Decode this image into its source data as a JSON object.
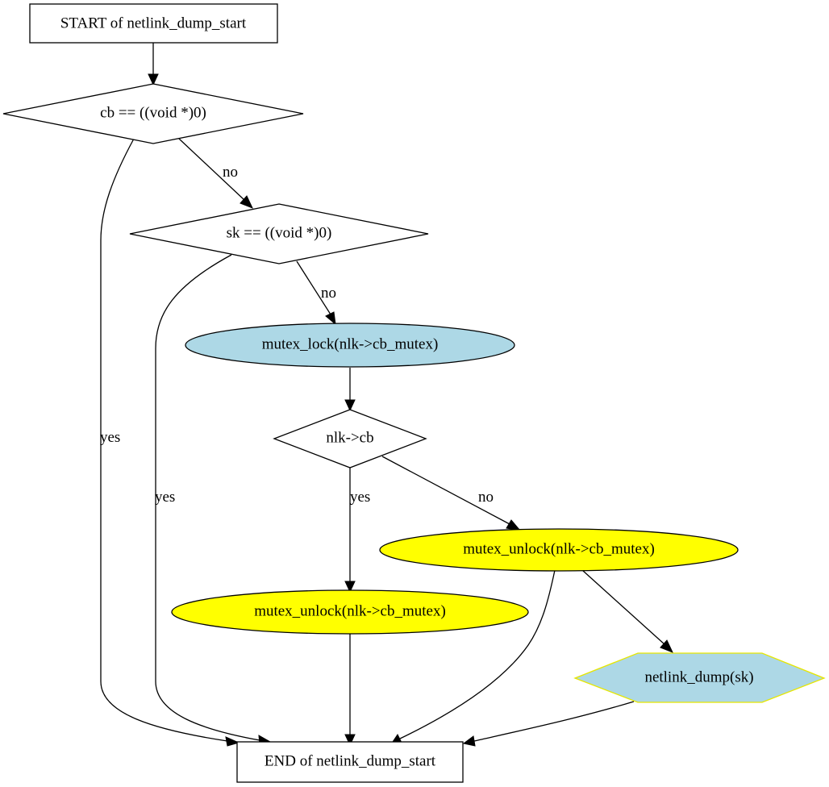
{
  "nodes": {
    "start": "START of netlink_dump_start",
    "cond_cb": "cb == ((void *)0)",
    "cond_sk": "sk == ((void *)0)",
    "mutex_lock": "mutex_lock(nlk->cb_mutex)",
    "cond_nlk": "nlk->cb",
    "unlock_yes": "mutex_unlock(nlk->cb_mutex)",
    "unlock_no": "mutex_unlock(nlk->cb_mutex)",
    "netlink_dump": "netlink_dump(sk)",
    "end": "END of netlink_dump_start"
  },
  "edges": {
    "cb_no": "no",
    "cb_yes": "yes",
    "sk_no": "no",
    "sk_yes": "yes",
    "nlk_yes": "yes",
    "nlk_no": "no"
  },
  "colors": {
    "lightblue": "#add8e6",
    "yellow": "#ffff00",
    "hex_border": "#e6e600",
    "white": "#ffffff"
  }
}
